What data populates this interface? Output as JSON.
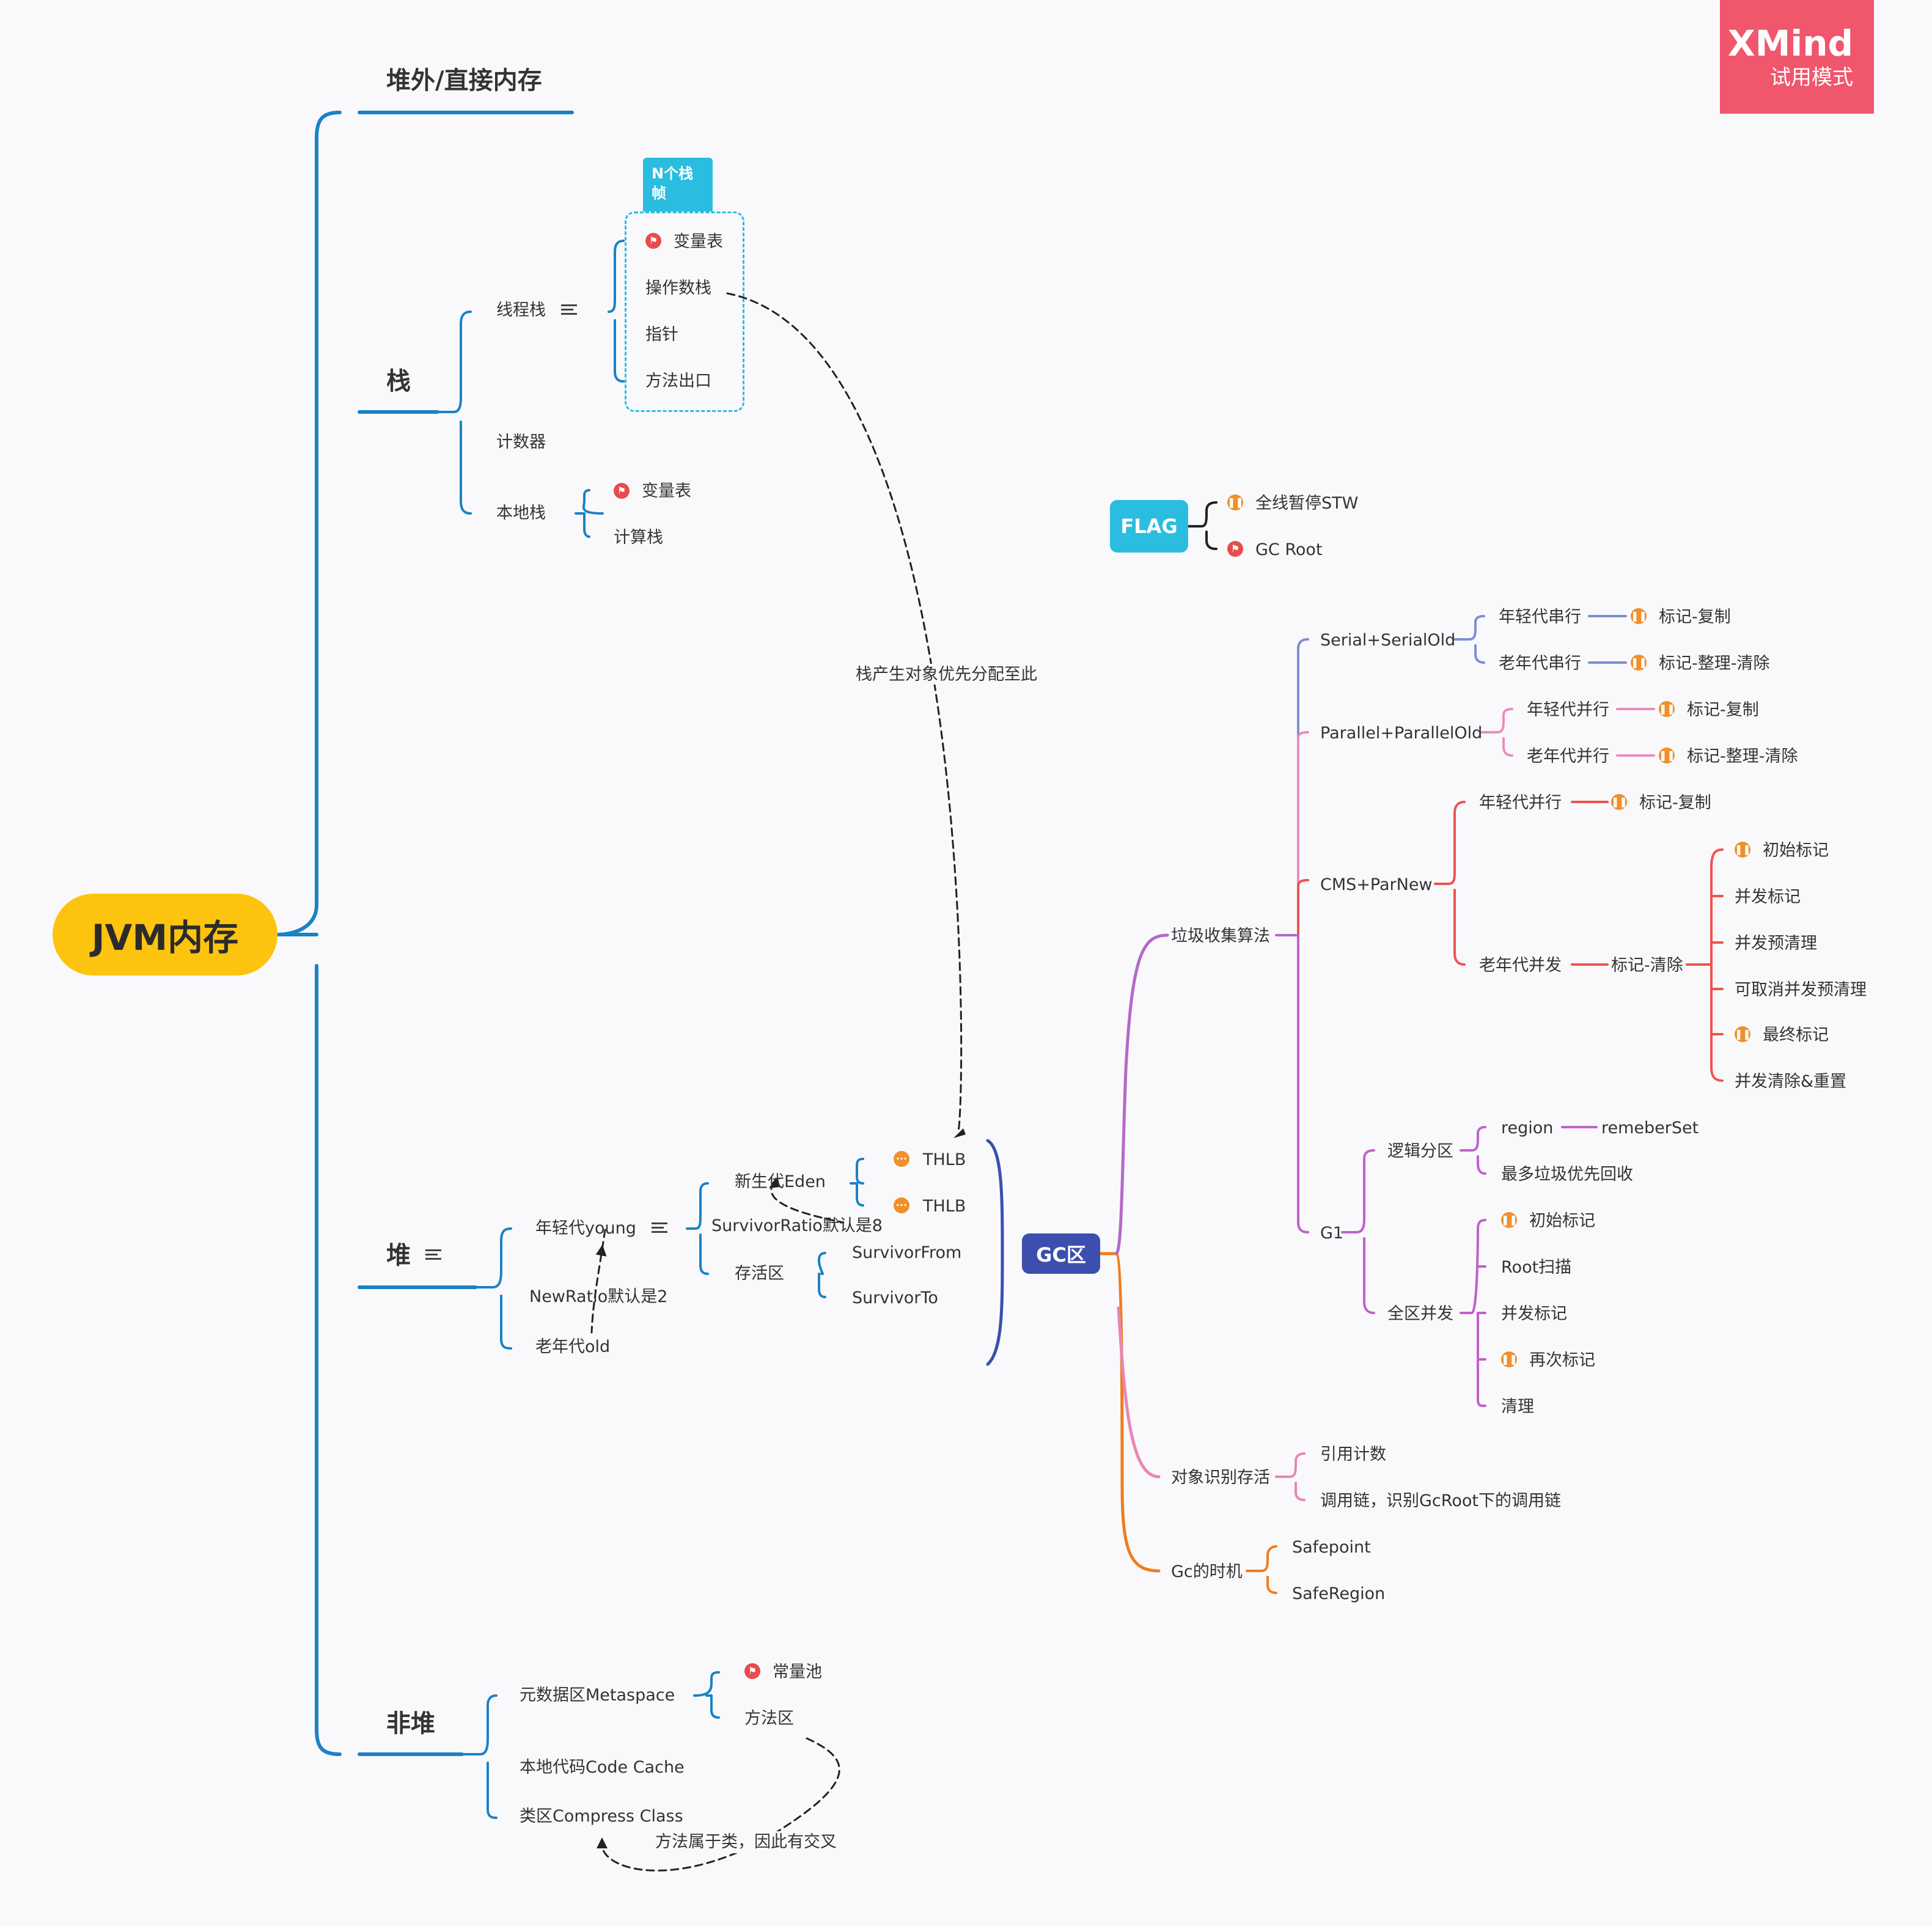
{
  "watermark": {
    "brand": "XMind",
    "mode": "试用模式"
  },
  "colors": {
    "root": "#fdc40f",
    "blue": "#1a82c5",
    "gc": "#3c4fae",
    "flag": "#2bbde0",
    "purple": "#b569c9",
    "pink": "#e886b6",
    "orange": "#f07d1c",
    "indigo": "#7c8ed4",
    "rose": "#eb8cc0",
    "red": "#ef5350",
    "violet": "#c061cb"
  },
  "root": "JVM内存",
  "branches": {
    "offheap": "堆外/直接内存",
    "stack": {
      "title": "栈",
      "thread_stack": "线程栈",
      "frame_tag": "N个栈帧",
      "frame_items": [
        "变量表",
        "操作数栈",
        "指针",
        "方法出口"
      ],
      "counter": "计数器",
      "native_stack": "本地栈",
      "native_items": [
        "变量表",
        "计算栈"
      ]
    },
    "heap": {
      "title": "堆",
      "young": "年轻代young",
      "old": "老年代old",
      "newratio": "NewRatio默认是2",
      "eden": "新生代Eden",
      "survivor_ratio": "SurvivorRatio默认是8",
      "survivor": "存活区",
      "tlab": [
        "THLB",
        "THLB"
      ],
      "survivor_items": [
        "SurvivorFrom",
        "SurvivorTo"
      ]
    },
    "nonheap": {
      "title": "非堆",
      "metaspace": "元数据区Metaspace",
      "meta_items": [
        "常量池",
        "方法区"
      ],
      "code_cache": "本地代码Code Cache",
      "compress": "类区Compress Class"
    }
  },
  "relations": {
    "stack_to_heap": "栈产生对象优先分配至此",
    "method_class": "方法属于类，因此有交叉"
  },
  "flag": {
    "title": "FLAG",
    "items": [
      "全线暂停STW",
      "GC Root"
    ]
  },
  "gc": {
    "title": "GC区",
    "algorithms": {
      "title": "垃圾收集算法",
      "serial": {
        "name": "Serial+SerialOld",
        "young": "年轻代串行",
        "young_algo": "标记-复制",
        "old": "老年代串行",
        "old_algo": "标记-整理-清除"
      },
      "parallel": {
        "name": "Parallel+ParallelOld",
        "young": "年轻代并行",
        "young_algo": "标记-复制",
        "old": "老年代并行",
        "old_algo": "标记-整理-清除"
      },
      "cms": {
        "name": "CMS+ParNew",
        "young": "年轻代并行",
        "young_algo": "标记-复制",
        "old": "老年代并发",
        "old_algo": "标记-清除",
        "phases": [
          "初始标记",
          "并发标记",
          "并发预清理",
          "可取消并发预清理",
          "最终标记",
          "并发清除&重置"
        ]
      },
      "g1": {
        "name": "G1",
        "logical": "逻辑分区",
        "region": "region",
        "remember": "remeberSet",
        "priority": "最多垃圾优先回收",
        "global": "全区并发",
        "phases": [
          "初始标记",
          "Root扫描",
          "并发标记",
          "再次标记",
          "清理"
        ]
      }
    },
    "identify": {
      "title": "对象识别存活",
      "items": [
        "引用计数",
        "调用链，识别GcRoot下的调用链"
      ]
    },
    "timing": {
      "title": "Gc的时机",
      "items": [
        "Safepoint",
        "SafeRegion"
      ]
    }
  }
}
